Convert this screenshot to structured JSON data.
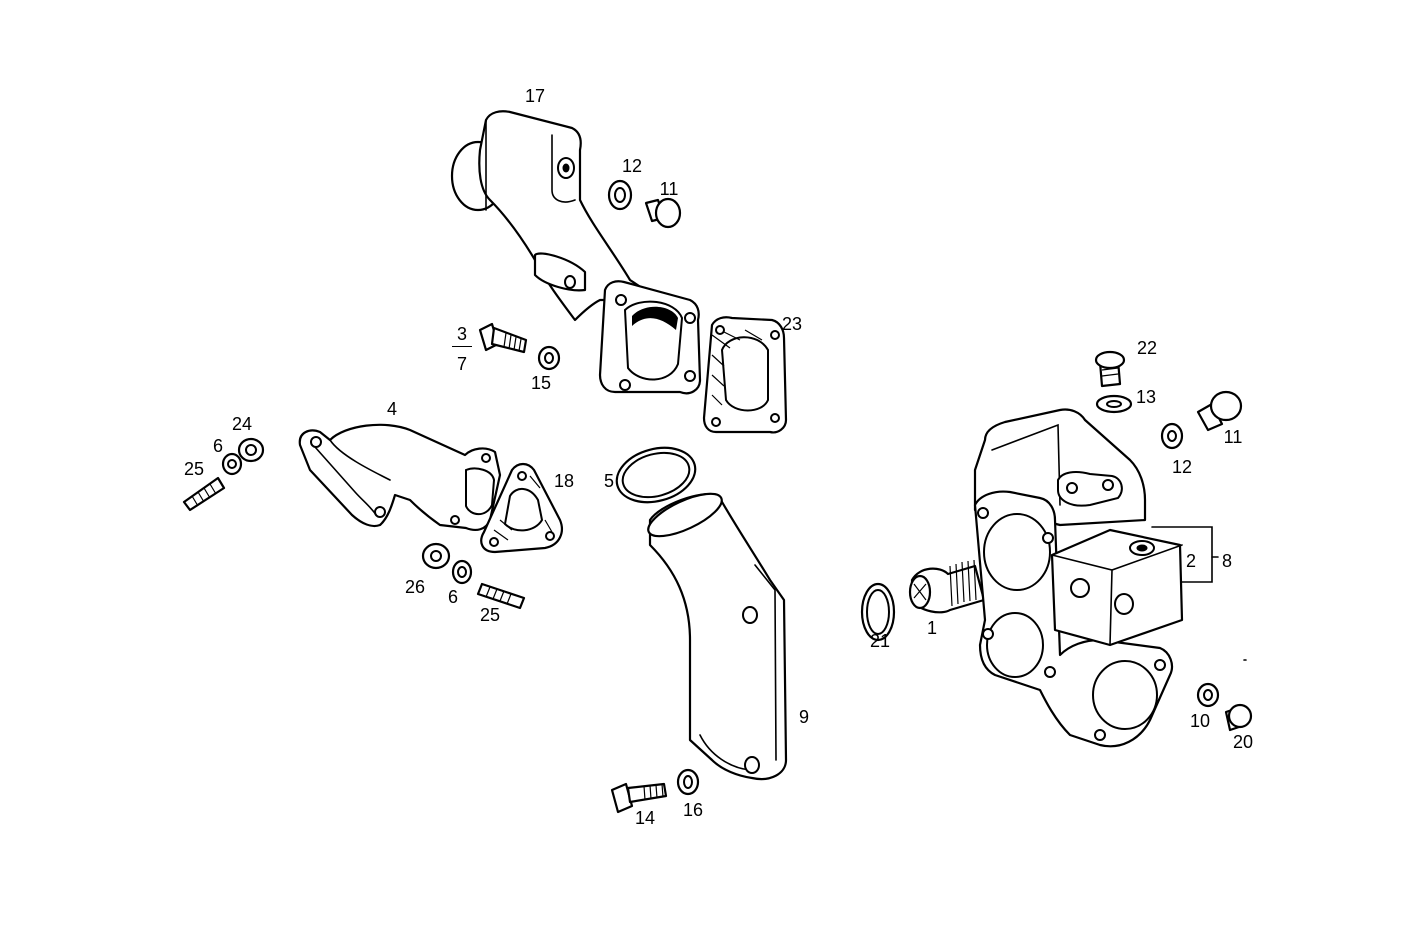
{
  "diagram": {
    "type": "exploded parts diagram",
    "labels": [
      "17",
      "12",
      "11",
      "23",
      "3",
      "7",
      "15",
      "22",
      "13",
      "11",
      "12",
      "4",
      "24",
      "6",
      "25",
      "18",
      "5",
      "2",
      "8",
      "21",
      "1",
      "26",
      "6",
      "25",
      "9",
      "10",
      "20",
      "14",
      "16"
    ]
  }
}
